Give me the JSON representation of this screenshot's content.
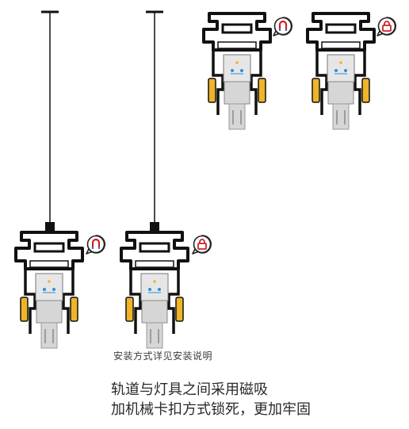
{
  "captions": {
    "install_note": "安装方式详见安装说明",
    "line1": "轨道与灯具之间采用磁吸",
    "line2": "加机械卡扣方式锁死，更加牢固"
  },
  "icons": {
    "magnet": "magnet-icon",
    "lock": "lock-icon"
  },
  "colors": {
    "profile": "#111111",
    "cap": "#ffffff",
    "module": "#d6d6d6",
    "led_blue": "#2f8fd8",
    "warm": "#f0b429",
    "accent_red": "#d0202a",
    "accent_blue": "#2f7fd0"
  }
}
